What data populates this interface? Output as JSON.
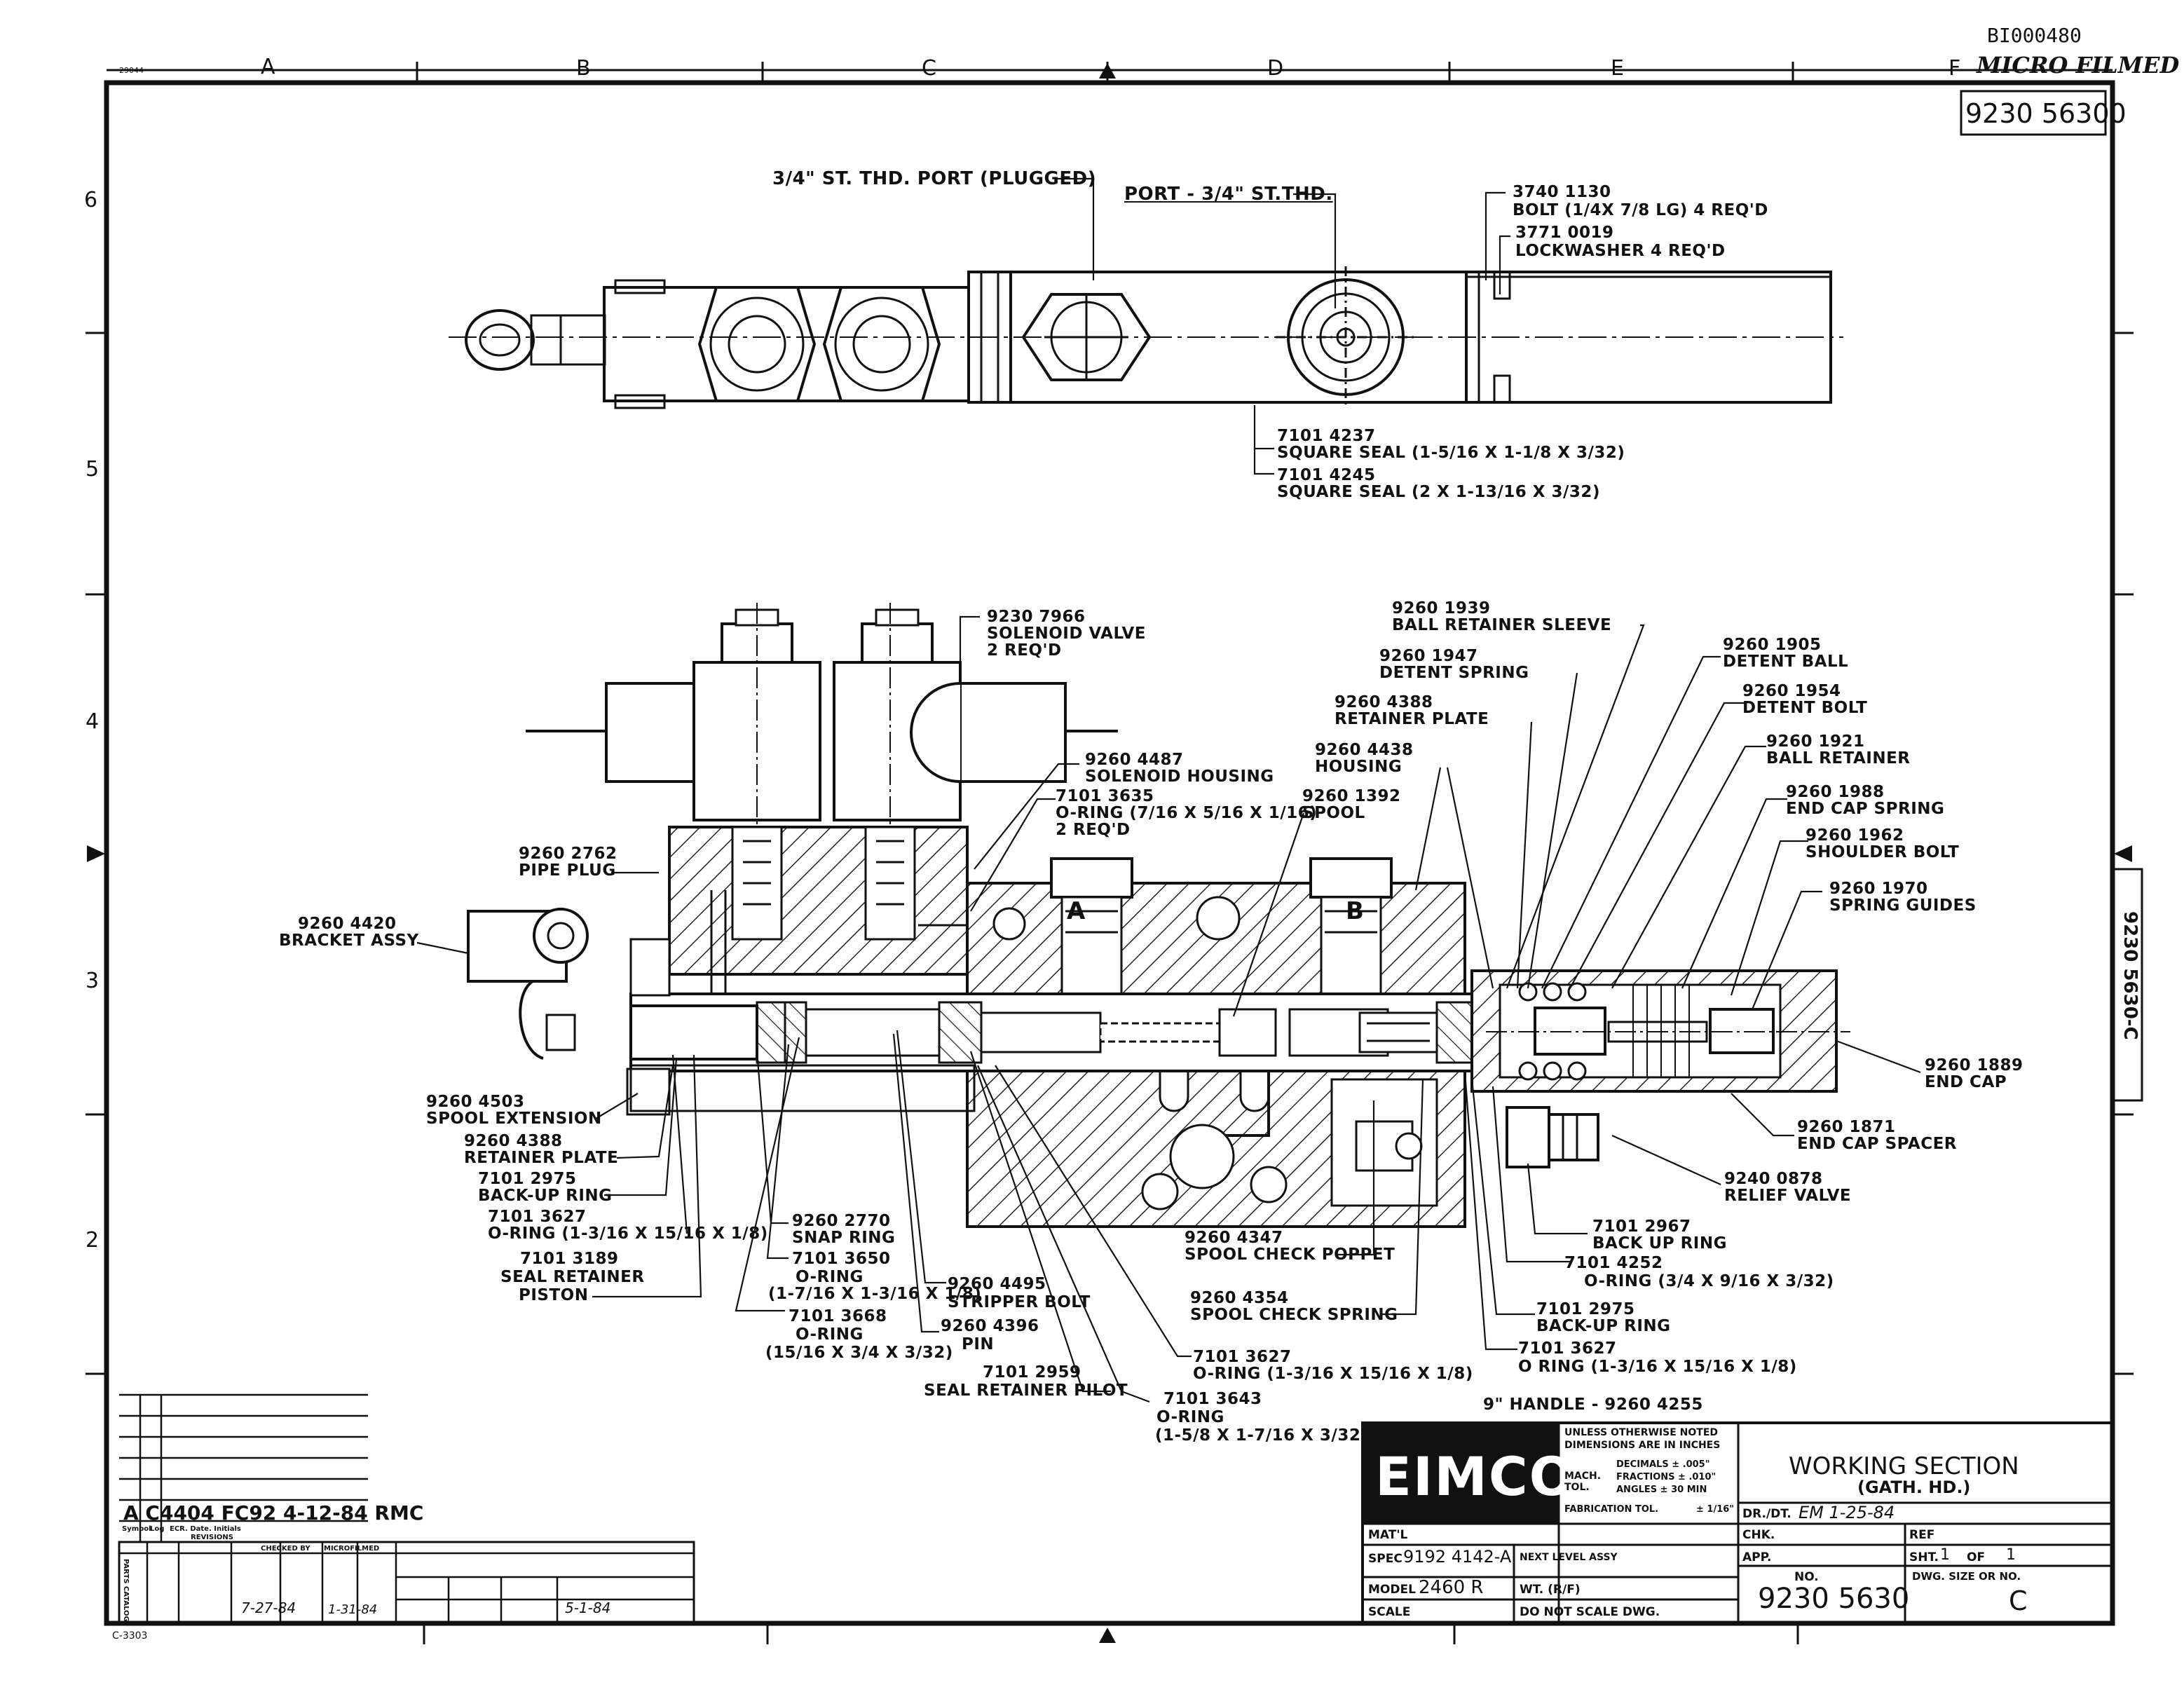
{
  "corner_ids": {
    "microfilm_id": "BI000480",
    "microfilmed_stamp": "MICRO FILMED",
    "form_number": "C-3303",
    "small_code": "29044"
  },
  "zones": {
    "columns": [
      "A",
      "B",
      "C",
      "D",
      "E",
      "F"
    ],
    "rows": [
      "6",
      "5",
      "4",
      "3",
      "2"
    ]
  },
  "top_view_labels": [
    {
      "id": "port-plugged",
      "text": "3/4\" ST. THD. PORT (PLUGGED)"
    },
    {
      "id": "port-thd",
      "text": "PORT - 3/4\" ST.THD."
    },
    {
      "id": "bolt",
      "lines": [
        "3740 1130",
        "BOLT (1/4X 7/8 LG) 4 REQ'D"
      ]
    },
    {
      "id": "lockwasher",
      "lines": [
        "3771 0019",
        "LOCKWASHER 4 REQ'D"
      ]
    },
    {
      "id": "square-seal-1",
      "lines": [
        "7101 4237",
        "SQUARE SEAL (1-5/16 X 1-1/8 X 3/32)"
      ]
    },
    {
      "id": "square-seal-2",
      "lines": [
        "7101 4245",
        "SQUARE SEAL (2 X 1-13/16 X 3/32)"
      ]
    }
  ],
  "section_labels": [
    {
      "id": "solenoid-valve",
      "lines": [
        "9230 7966",
        "SOLENOID VALVE",
        "2 REQ'D"
      ]
    },
    {
      "id": "solenoid-housing",
      "lines": [
        "9260 4487",
        "SOLENOID HOUSING"
      ]
    },
    {
      "id": "o-ring-7-16",
      "lines": [
        "7101 3635",
        "O-RING (7/16 X 5/16 X 1/16)",
        "2 REQ'D"
      ]
    },
    {
      "id": "pipe-plug",
      "lines": [
        "9260 2762",
        "PIPE PLUG"
      ]
    },
    {
      "id": "bracket-assy",
      "lines": [
        "9260 4420",
        "BRACKET ASSY"
      ]
    },
    {
      "id": "spool-extension",
      "lines": [
        "9260 4503",
        "SPOOL EXTENSION"
      ]
    },
    {
      "id": "retainer-plate-left",
      "lines": [
        "9260 4388",
        "RETAINER PLATE"
      ]
    },
    {
      "id": "backup-ring-left",
      "lines": [
        "7101 2975",
        "BACK-UP RING"
      ]
    },
    {
      "id": "o-ring-left",
      "lines": [
        "7101 3627",
        "O-RING (1-3/16 X 15/16 X 1/8)"
      ]
    },
    {
      "id": "seal-retainer-piston",
      "lines": [
        "7101 3189",
        "SEAL RETAINER",
        "PISTON"
      ]
    },
    {
      "id": "snap-ring",
      "lines": [
        "9260 2770",
        "SNAP RING"
      ]
    },
    {
      "id": "o-ring-3650",
      "lines": [
        "7101 3650",
        "O-RING",
        "(1-7/16 X 1-3/16 X 1/8)"
      ]
    },
    {
      "id": "o-ring-3668",
      "lines": [
        "7101 3668",
        "O-RING",
        "(15/16 X 3/4 X 3/32)"
      ]
    },
    {
      "id": "stripper-bolt",
      "lines": [
        "9260 4495",
        "STRIPPER BOLT"
      ]
    },
    {
      "id": "pin",
      "lines": [
        "9260 4396",
        "PIN"
      ]
    },
    {
      "id": "seal-retainer-pilot",
      "lines": [
        "7101 2959",
        "SEAL RETAINER PILOT"
      ]
    },
    {
      "id": "o-ring-3643",
      "lines": [
        "7101 3643",
        "O-RING",
        "(1-5/8 X 1-7/16 X 3/32)"
      ]
    },
    {
      "id": "o-ring-center",
      "lines": [
        "7101 3627",
        "O-RING (1-3/16 X 15/16 X 1/8)"
      ]
    },
    {
      "id": "spool-check-poppet",
      "lines": [
        "9260 4347",
        "SPOOL CHECK POPPET"
      ]
    },
    {
      "id": "spool-check-spring",
      "lines": [
        "9260 4354",
        "SPOOL CHECK SPRING"
      ]
    },
    {
      "id": "ball-retainer-sleeve",
      "lines": [
        "9260 1939",
        "BALL RETAINER SLEEVE"
      ]
    },
    {
      "id": "detent-spring",
      "lines": [
        "9260 1947",
        "DETENT SPRING"
      ]
    },
    {
      "id": "retainer-plate-right",
      "lines": [
        "9260 4388",
        "RETAINER PLATE"
      ]
    },
    {
      "id": "housing",
      "lines": [
        "9260 4438",
        "HOUSING"
      ]
    },
    {
      "id": "spool",
      "lines": [
        "9260 1392",
        "SPOOL"
      ]
    },
    {
      "id": "detent-ball",
      "lines": [
        "9260 1905",
        "DETENT BALL"
      ]
    },
    {
      "id": "detent-bolt",
      "lines": [
        "9260 1954",
        "DETENT BOLT"
      ]
    },
    {
      "id": "ball-retainer",
      "lines": [
        "9260 1921",
        "BALL RETAINER"
      ]
    },
    {
      "id": "end-cap-spring",
      "lines": [
        "9260 1988",
        "END CAP SPRING"
      ]
    },
    {
      "id": "shoulder-bolt",
      "lines": [
        "9260 1962",
        "SHOULDER BOLT"
      ]
    },
    {
      "id": "spring-guides",
      "lines": [
        "9260 1970",
        "SPRING GUIDES"
      ]
    },
    {
      "id": "end-cap",
      "lines": [
        "9260 1889",
        "END CAP"
      ]
    },
    {
      "id": "end-cap-spacer",
      "lines": [
        "9260 1871",
        "END CAP SPACER"
      ]
    },
    {
      "id": "relief-valve",
      "lines": [
        "9240 0878",
        "RELIEF VALVE"
      ]
    },
    {
      "id": "backup-ring-2967",
      "lines": [
        "7101 2967",
        "BACK UP RING"
      ]
    },
    {
      "id": "o-ring-4252",
      "lines": [
        "7101 4252",
        "O-RING (3/4 X 9/16 X 3/32)"
      ]
    },
    {
      "id": "backup-ring-right",
      "lines": [
        "7101 2975",
        "BACK-UP RING"
      ]
    },
    {
      "id": "o-ring-right",
      "lines": [
        "7101 3627",
        "O RING (1-3/16 X 15/16 X 1/8)"
      ]
    },
    {
      "id": "handle",
      "text": "9\" HANDLE - 9260 4255"
    }
  ],
  "port_letters": [
    "A",
    "B"
  ],
  "title_block": {
    "company": "EIMCO",
    "notes": [
      "UNLESS OTHERWISE NOTED",
      "DIMENSIONS ARE IN INCHES"
    ],
    "mach_tol_label": "MACH. TOL.",
    "decimals": "DECIMALS ± .005\"",
    "fractions": "FRACTIONS ± .010\"",
    "angles": "ANGLES ± 30 MIN",
    "fab_tol": "FABRICATION TOL.",
    "fab_tol_value": "± 1/16\"",
    "title_line1": "WORKING SECTION",
    "title_line2": "(GATH. HD.)",
    "mat_label": "MAT'L",
    "spec_label": "SPEC",
    "spec_value": "9192 4142-A",
    "next_level_label": "NEXT LEVEL ASSY",
    "model_label": "MODEL",
    "model_value": "2460 R",
    "wt_label": "WT. (R/F)",
    "scale_label": "SCALE",
    "do_not_scale": "DO NOT SCALE DWG.",
    "dr_label": "DR./DT.",
    "dr_value": "EM 1-25-84",
    "chk_label": "CHK.",
    "ref_label": "REF",
    "app_label": "APP.",
    "sht_label": "SHT.",
    "sht_value": "1",
    "of_label": "OF",
    "of_value": "1",
    "no_label": "NO.",
    "dwg_number": "9230 5630",
    "size_label": "DWG. SIZE OR NO.",
    "size_value": "C",
    "corner_number": "9230 56300",
    "side_number": "9230 5630-C"
  },
  "revision_block": {
    "rev_entry": "A C4404 FC92 4-12-84 RMC",
    "headers": [
      "Symbol",
      "Log",
      "ECR. Date. Initials",
      "REVISIONS"
    ],
    "bottom_headers": [
      "PARTS CATALOG",
      "CHECKED BY",
      "MICROFILMED"
    ],
    "dates": [
      "7-27-84",
      "1-31-84",
      "5-1-84"
    ]
  }
}
